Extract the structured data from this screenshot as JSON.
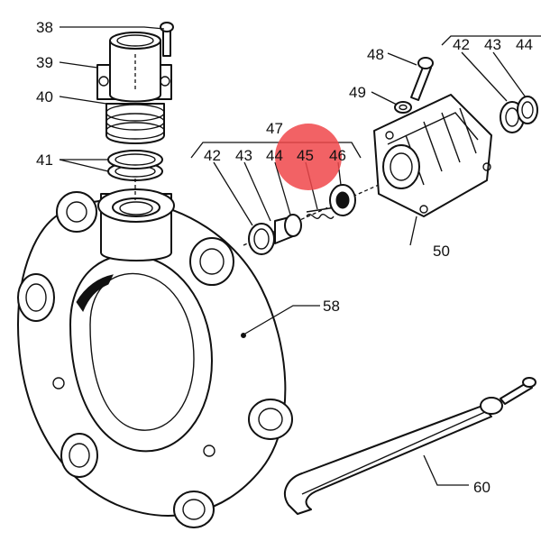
{
  "diagram": {
    "highlight_color": "#f0474a",
    "highlighted_callout": "45",
    "callouts": {
      "c38": "38",
      "c39": "39",
      "c40": "40",
      "c41": "41",
      "c47": "47",
      "c42a": "42",
      "c43a": "43",
      "c44a": "44",
      "c45": "45",
      "c46": "46",
      "c48": "48",
      "c49": "49",
      "c42b": "42",
      "c43b": "43",
      "c44b": "44",
      "c50": "50",
      "c58": "58",
      "c60": "60"
    }
  }
}
